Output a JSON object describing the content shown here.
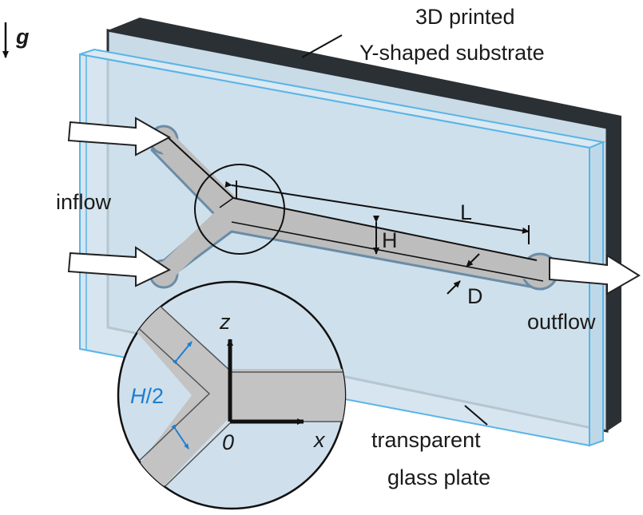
{
  "labels": {
    "gravity": "g",
    "substrate_line1": "3D printed",
    "substrate_line2": "Y-shaped substrate",
    "inflow": "inflow",
    "outflow": "outflow",
    "length": "L",
    "height": "H",
    "diameter": "D",
    "glass_line1": "transparent",
    "glass_line2": "glass plate"
  },
  "inset": {
    "z_axis": "z",
    "x_axis": "x",
    "origin": "0",
    "half_height_H": "H",
    "half_height_rest": "/2"
  },
  "colors": {
    "glass": "#cfe0ec",
    "glass_edge": "#5ab4e6",
    "substrate_dark": "#2b3034",
    "channel": "#c3c3c3",
    "arrow_blue": "#1e7ed0"
  },
  "icons": [
    "down-arrow-icon",
    "right-arrow-icon"
  ]
}
